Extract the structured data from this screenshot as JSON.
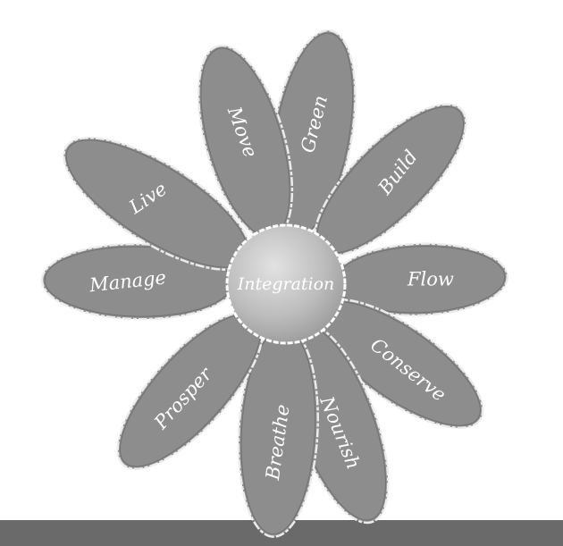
{
  "diagram": {
    "center_label": "Integration",
    "petals": [
      {
        "label": "Green"
      },
      {
        "label": "Build"
      },
      {
        "label": "Flow"
      },
      {
        "label": "Conserve"
      },
      {
        "label": "Nourish"
      },
      {
        "label": "Breathe"
      },
      {
        "label": "Prosper"
      },
      {
        "label": "Manage"
      },
      {
        "label": "Live"
      },
      {
        "label": "Move"
      }
    ],
    "colors": {
      "petal": "#8d8d8d",
      "center": "#bdbdbd",
      "bottom_bar": "#6a6a6a",
      "text": "#ffffff"
    }
  }
}
